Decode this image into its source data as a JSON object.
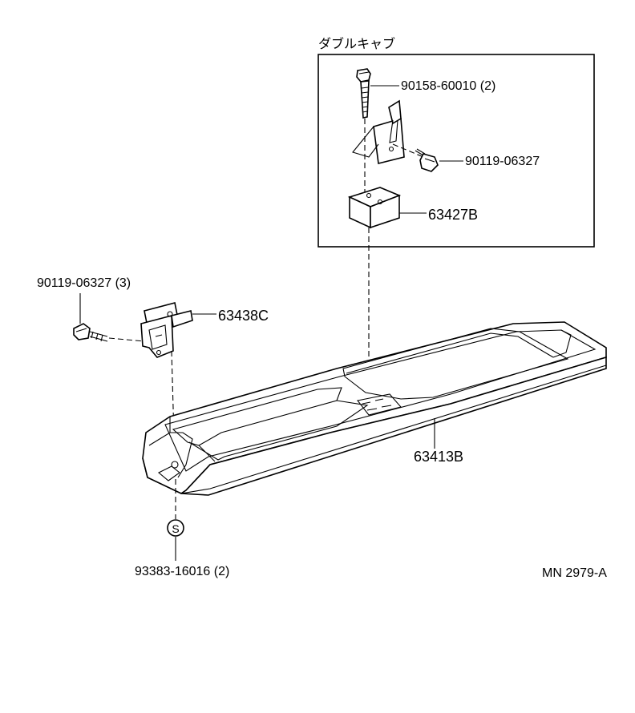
{
  "inset": {
    "title": "ダブルキャブ"
  },
  "parts": {
    "bolt_top": "90158-60010 (2)",
    "screw_inset": "90119-06327",
    "spacer": "63427B",
    "screw_left": "90119-06327 (3)",
    "bracket": "63438C",
    "console_box": "63413B",
    "clip": "93383-16016 (2)"
  },
  "clip_symbol": "S",
  "figure_code": "MN 2979-A"
}
